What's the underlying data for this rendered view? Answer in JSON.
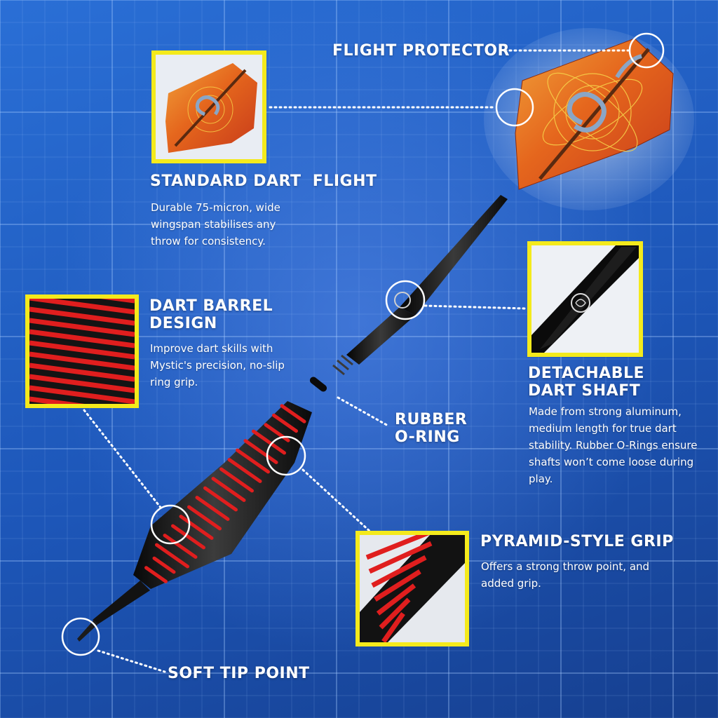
{
  "flight_protector": {
    "heading": "FLIGHT PROTECTOR"
  },
  "standard_flight": {
    "heading": "STANDARD DART  FLIGHT",
    "description": "Durable 75-micron, wide wingspan stabilises any throw for consistency."
  },
  "dart_barrel": {
    "heading": "DART BARREL\nDESIGN",
    "description": "Improve dart skills with Mystic's precision, no-slip ring grip."
  },
  "detachable_shaft": {
    "heading": "DETACHABLE\nDART SHAFT",
    "description": "Made from strong aluminum, medium length for true dart stability. Rubber O-Rings ensure shafts won’t come loose during play."
  },
  "rubber_oring": {
    "heading": "RUBBER\nO-RING"
  },
  "pyramid_grip": {
    "heading": "PYRAMID-STYLE GRIP",
    "description": "Offers a strong throw point, and added grip."
  },
  "soft_tip": {
    "heading": "SOFT TIP POINT"
  },
  "colors": {
    "background": "#1f5cc2",
    "highlight_frame": "#f4ea1c",
    "barrel_ring": "#e01e1e",
    "barrel_body": "#1a1a1a",
    "flight_orange": "#e8741c"
  }
}
